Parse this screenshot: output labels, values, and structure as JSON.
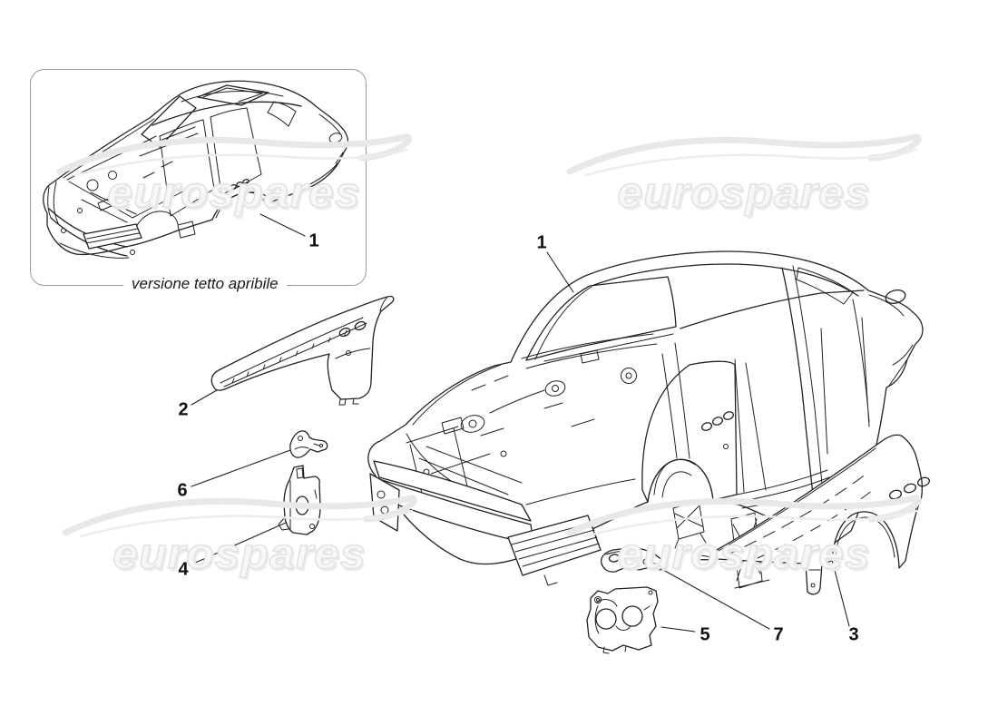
{
  "diagram": {
    "watermark_text": "eurospares",
    "inset_caption": "versione tetto apribile",
    "callouts": {
      "inset_body": "1",
      "body_shell": "1",
      "left_front_fender": "2",
      "right_front_fender": "3",
      "front_bracket": "4",
      "wheelhouse_panel": "5",
      "upper_bracket": "6",
      "support_bracket": "7"
    }
  }
}
